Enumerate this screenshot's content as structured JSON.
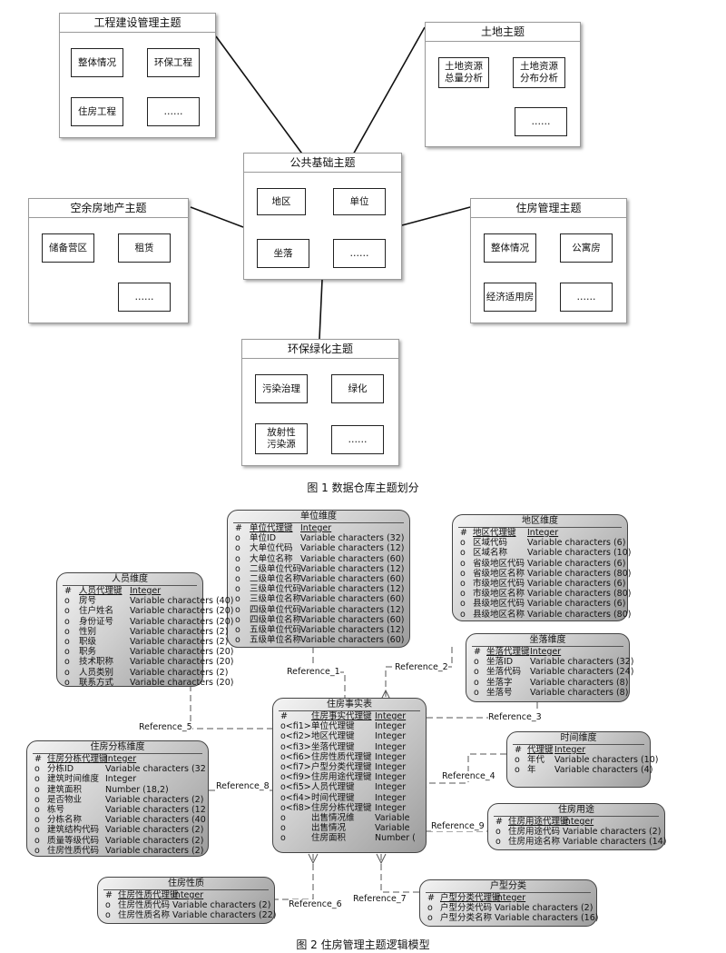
{
  "fig1": {
    "caption": "图 1   数据仓库主题划分",
    "groups": {
      "eng": {
        "title": "工程建设管理主题",
        "items": [
          "整体情况",
          "环保工程",
          "住房工程",
          "……"
        ]
      },
      "land": {
        "title": "土地主题",
        "items": [
          "土地资源\n总量分析",
          "土地资源\n分布分析",
          "……"
        ]
      },
      "public": {
        "title": "公共基础主题",
        "items": [
          "地区",
          "单位",
          "坐落",
          "……"
        ]
      },
      "vacant": {
        "title": "空余房地产主题",
        "items": [
          "储备营区",
          "租赁",
          "……"
        ]
      },
      "housing": {
        "title": "住房管理主题",
        "items": [
          "整体情况",
          "公寓房",
          "经济适用房",
          "……"
        ]
      },
      "green": {
        "title": "环保绿化主题",
        "items": [
          "污染治理",
          "绿化",
          "放射性\n污染源",
          "……"
        ]
      }
    }
  },
  "fig2": {
    "caption": "图 2   住房管理主题逻辑模型",
    "entities": {
      "unit": {
        "title": "单位维度",
        "rows": [
          [
            "#",
            "单位代理键",
            "Integer"
          ],
          [
            "o",
            "单位ID",
            "Variable characters (32)"
          ],
          [
            "o",
            "大单位代码",
            "Variable characters (12)"
          ],
          [
            "o",
            "大单位名称",
            "Variable characters (60)"
          ],
          [
            "o",
            "二级单位代码",
            "Variable characters (12)"
          ],
          [
            "o",
            "二级单位名称",
            "Variable characters (60)"
          ],
          [
            "o",
            "三级单位代码",
            "Variable characters (12)"
          ],
          [
            "o",
            "三级单位名称",
            "Variable characters (60)"
          ],
          [
            "o",
            "四级单位代码",
            "Variable characters (12)"
          ],
          [
            "o",
            "四级单位名称",
            "Variable characters (60)"
          ],
          [
            "o",
            "五级单位代码",
            "Variable characters (12)"
          ],
          [
            "o",
            "五级单位名称",
            "Variable characters (60)"
          ]
        ]
      },
      "region": {
        "title": "地区维度",
        "rows": [
          [
            "#",
            "地区代理键",
            "Integer"
          ],
          [
            "o",
            "区域代码",
            "Variable characters (6)"
          ],
          [
            "o",
            "区域名称",
            "Variable characters (10)"
          ],
          [
            "o",
            "省级地区代码",
            "Variable characters (6)"
          ],
          [
            "o",
            "省级地区名称",
            "Variable characters (80)"
          ],
          [
            "o",
            "市级地区代码",
            "Variable characters (6)"
          ],
          [
            "o",
            "市级地区名称",
            "Variable characters (80)"
          ],
          [
            "o",
            "县级地区代码",
            "Variable characters (6)"
          ],
          [
            "o",
            "县级地区名称",
            "Variable characters (80)"
          ]
        ]
      },
      "person": {
        "title": "人员维度",
        "rows": [
          [
            "#",
            "人员代理键",
            "Integer"
          ],
          [
            "o",
            "房号",
            "Variable characters (40)"
          ],
          [
            "o",
            "住户姓名",
            "Variable characters (20)"
          ],
          [
            "o",
            "身份证号",
            "Variable characters (20)"
          ],
          [
            "o",
            "性别",
            "Variable characters (2)"
          ],
          [
            "o",
            "职级",
            "Variable characters (2)"
          ],
          [
            "o",
            "职务",
            "Variable characters (20)"
          ],
          [
            "o",
            "技术职称",
            "Variable characters (20)"
          ],
          [
            "o",
            "人员类别",
            "Variable characters (2)"
          ],
          [
            "o",
            "联系方式",
            "Variable characters (20)"
          ]
        ]
      },
      "location": {
        "title": "坐落维度",
        "rows": [
          [
            "#",
            "坐落代理键",
            "Integer"
          ],
          [
            "o",
            "坐落ID",
            "Variable characters (32)"
          ],
          [
            "o",
            "坐落代码",
            "Variable characters (24)"
          ],
          [
            "o",
            "坐落字",
            "Variable characters (8)"
          ],
          [
            "o",
            "坐落号",
            "Variable characters (8)"
          ]
        ]
      },
      "fact": {
        "title": "住房事实表",
        "rows": [
          [
            "#",
            "住房事实代理键",
            "Integer"
          ],
          [
            "o<fi1>",
            "单位代理键",
            "Integer"
          ],
          [
            "o<fi2>",
            "地区代理键",
            "Integer"
          ],
          [
            "o<fi3>",
            "坐落代理键",
            "Integer"
          ],
          [
            "o<fi6>",
            "住房性质代理键",
            "Integer"
          ],
          [
            "o<fi7>",
            "户型分类代理键",
            "Integer"
          ],
          [
            "o<fi9>",
            "住房用途代理键",
            "Integer"
          ],
          [
            "o<fi5>",
            "人员代理键",
            "Integer"
          ],
          [
            "o<fi4>",
            "时间代理键",
            "Integer"
          ],
          [
            "o<fi8>",
            "住房分栋代理键",
            "Integer"
          ],
          [
            "o",
            "出售情况维",
            "Variable"
          ],
          [
            "o",
            "出售情况",
            "Variable"
          ],
          [
            "o",
            "住房面积",
            "Number ("
          ]
        ]
      },
      "building": {
        "title": "住房分栋维度",
        "rows": [
          [
            "#",
            "住房分栋代理键",
            "Integer"
          ],
          [
            "o",
            "分栋ID",
            "Variable characters (32"
          ],
          [
            "o",
            "建筑时间维度",
            "Integer"
          ],
          [
            "o",
            "建筑面积",
            "Number (18,2)"
          ],
          [
            "o",
            "是否物业",
            "Variable characters (2)"
          ],
          [
            "o",
            "栋号",
            "Variable characters (12"
          ],
          [
            "o",
            "分栋名称",
            "Variable characters (40"
          ],
          [
            "o",
            "建筑结构代码",
            "Variable characters (2)"
          ],
          [
            "o",
            "质量等级代码",
            "Variable characters (2)"
          ],
          [
            "o",
            "住房性质代码",
            "Variable characters (2)"
          ]
        ]
      },
      "time": {
        "title": "时间维度",
        "rows": [
          [
            "#",
            "代理键",
            "Integer"
          ],
          [
            "o",
            "年代",
            "Variable characters (10)"
          ],
          [
            "o",
            "年",
            "Variable characters (4)"
          ]
        ]
      },
      "usage": {
        "title": "住房用途",
        "rows": [
          [
            "#",
            "住房用途代理键",
            "Integer"
          ],
          [
            "o",
            "住房用途代码",
            "Variable characters (2)"
          ],
          [
            "o",
            "住房用途名称",
            "Variable characters (14)"
          ]
        ]
      },
      "nature": {
        "title": "住房性质",
        "rows": [
          [
            "#",
            "住房性质代理键",
            "Integer"
          ],
          [
            "o",
            "住房性质代码",
            "Variable characters (2)"
          ],
          [
            "o",
            "住房性质名称",
            "Variable characters (22)"
          ]
        ]
      },
      "apttype": {
        "title": "户型分类",
        "rows": [
          [
            "#",
            "户型分类代理键",
            "Integer"
          ],
          [
            "o",
            "户型分类代码",
            "Variable characters (2)"
          ],
          [
            "o",
            "户型分类名称",
            "Variable characters (16)"
          ]
        ]
      }
    },
    "refs": [
      "Reference_1",
      "Reference_2",
      "Reference_3",
      "Reference_4",
      "Reference_5",
      "Reference_6",
      "Reference_7",
      "Reference_8",
      "Reference_9"
    ]
  }
}
